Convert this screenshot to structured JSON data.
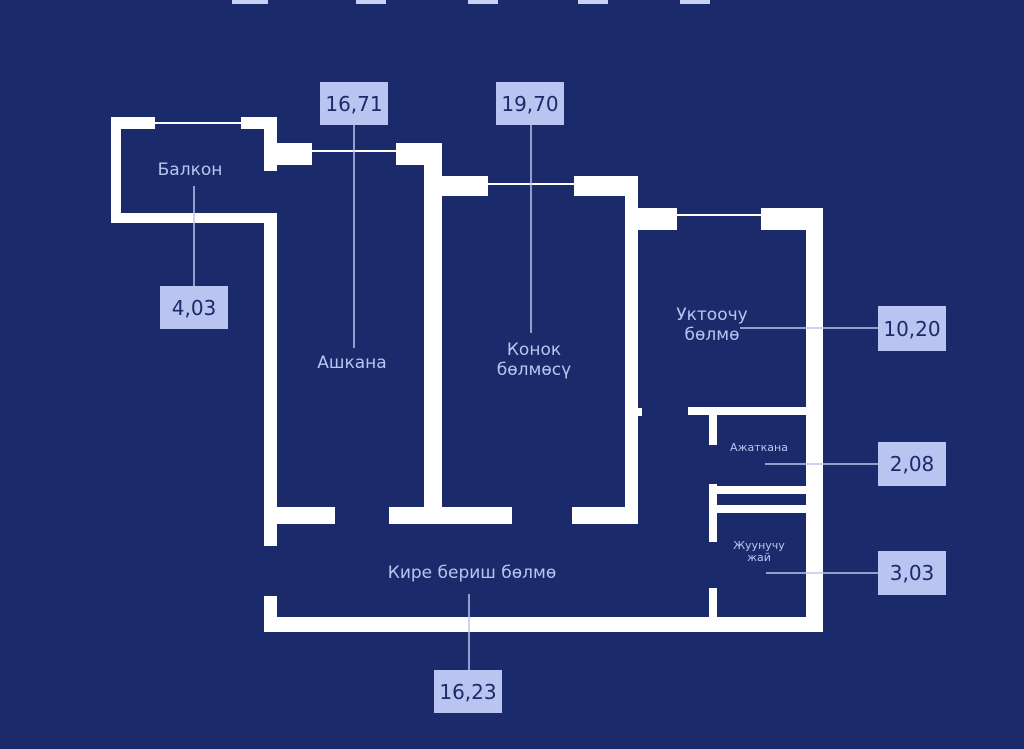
{
  "rooms": {
    "balcony": {
      "name": "Балкон",
      "area": "4,03"
    },
    "kitchen": {
      "name": "Ашкана",
      "area": "16,71"
    },
    "living": {
      "name": "Конок\nбөлмөсү",
      "area": "19,70"
    },
    "bedroom": {
      "name": "Уктоочу\nбөлмө",
      "area": "10,20"
    },
    "toilet": {
      "name": "Ажаткана",
      "area": "2,08"
    },
    "bathroom": {
      "name": "Жуунучу\nжай",
      "area": "3,03"
    },
    "hallway": {
      "name": "Кире бериш бөлмө",
      "area": "16,23"
    }
  },
  "colors": {
    "background": "#1b2a6a",
    "walls": "#ffffff",
    "accent": "#b9c5f0",
    "leader": "#b9c5f0"
  }
}
